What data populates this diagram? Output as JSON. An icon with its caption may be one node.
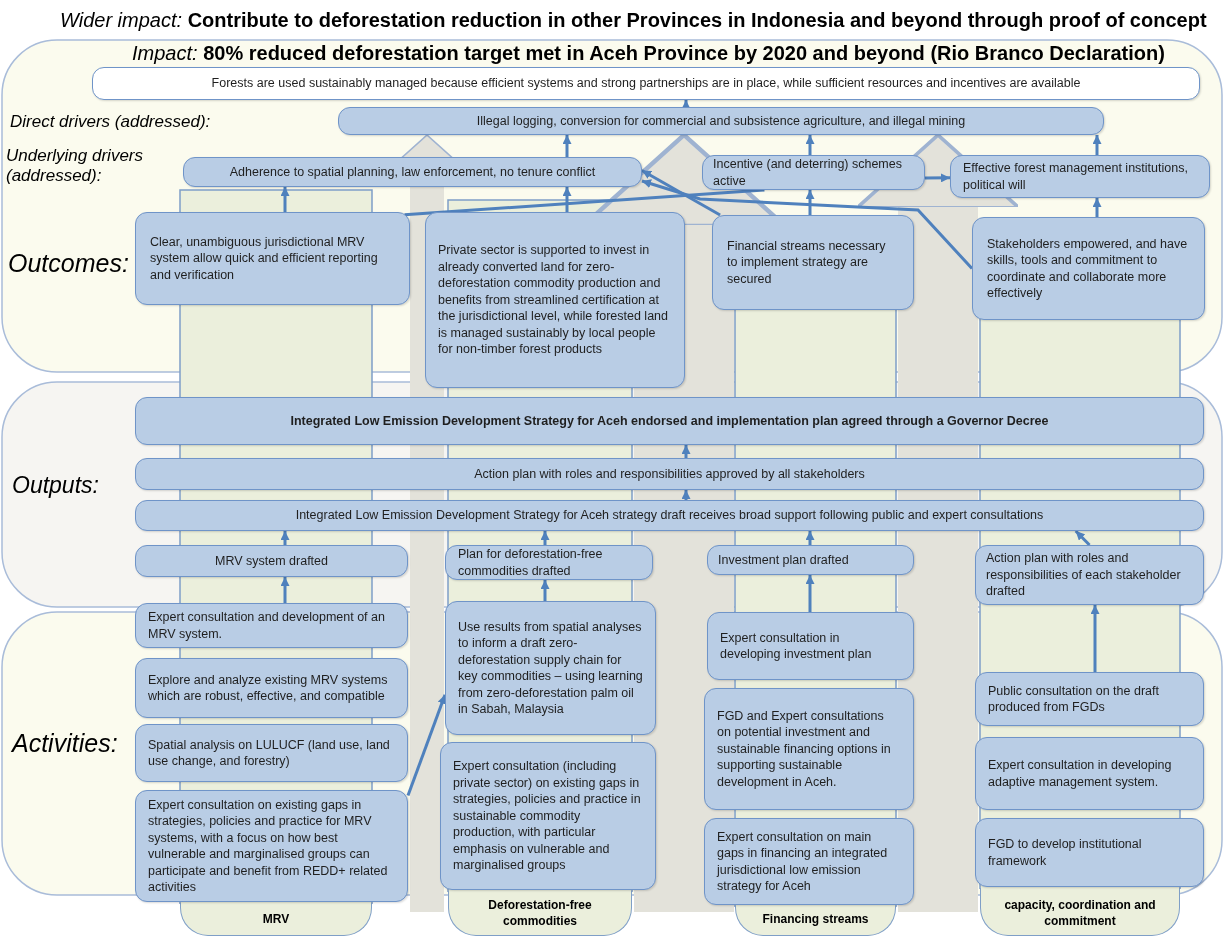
{
  "diagram": {
    "nodes": [
      {
        "text": [
          "Forests are used sustainably managed because efficient systems and strong partnerships are in place, while sufficient resources and incentives are available"
        ]
      },
      {
        "text": [
          "Illegal logging, conversion for commercial and subsistence agriculture, and illegal mining"
        ]
      },
      {
        "text": [
          "Adherence to spatial planning, law enforcement, no tenure conflict"
        ]
      },
      {
        "text": [
          "Incentive (and deterring) schemes active"
        ]
      },
      {
        "text": [
          "Effective forest management institutions, political will"
        ]
      },
      {
        "text": [
          "Clear, unambiguous jurisdictional MRV system allow quick and efficient reporting and verification"
        ]
      },
      {
        "text": [
          "Private sector is supported to invest in already converted land for zero-deforestation commodity production and benefits from streamlined certification at the jurisdictional level, while forested land is managed sustainably by local people for non-timber forest products"
        ]
      },
      {
        "text": [
          "Financial streams necessary to implement strategy are secured"
        ]
      },
      {
        "text": [
          "Stakeholders empowered, and have skills, tools and commitment to coordinate and collaborate more effectively"
        ]
      },
      {
        "text": [
          "Integrated Low Emission Development Strategy for Aceh endorsed and implementation plan agreed through a Governor Decree"
        ]
      },
      {
        "text": [
          "Action plan with roles and responsibilities approved by all stakeholders"
        ]
      },
      {
        "text": [
          "Integrated Low Emission Development Strategy for Aceh strategy draft receives broad support following public and expert consultations"
        ]
      },
      {
        "text": [
          "MRV system drafted"
        ]
      },
      {
        "text": [
          "Plan for deforestation-free commodities drafted"
        ]
      },
      {
        "text": [
          "Investment plan drafted"
        ]
      },
      {
        "text": [
          "Action plan with roles and responsibilities of each stakeholder drafted"
        ]
      },
      {
        "text": [
          "Expert consultation and development of an MRV system."
        ]
      },
      {
        "text": [
          "Explore and analyze existing MRV systems which are robust, effective, and compatible"
        ]
      },
      {
        "text": [
          "Spatial analysis on LULUCF (land use, land use change, and forestry)"
        ]
      },
      {
        "text": [
          "Expert consultation on existing gaps in strategies, policies and practice for MRV systems, with a focus on how best vulnerable and marginalised groups can participate and benefit from REDD+ related activities"
        ]
      },
      {
        "text": [
          "Use results from spatial analyses to inform a draft zero-deforestation supply chain for key commodities – using learning from zero-deforestation palm oil in Sabah, Malaysia"
        ]
      },
      {
        "text": [
          "Expert consultation (including private sector) on existing gaps in strategies, policies and practice in sustainable commodity production, with particular emphasis on vulnerable and marginalised groups"
        ]
      },
      {
        "text": [
          "Expert consultation in developing investment plan"
        ]
      },
      {
        "text": [
          "FGD and Expert consultations on potential investment and sustainable financing options in supporting sustainable development in Aceh."
        ]
      },
      {
        "text": [
          "Expert consultation on main gaps in financing an integrated jurisdictional low emission strategy for Aceh"
        ]
      },
      {
        "text": [
          "Public consultation on the draft produced from FGDs"
        ]
      },
      {
        "text": [
          "Expert consultation in developing adaptive management system."
        ]
      },
      {
        "text": [
          "FGD to develop institutional framework"
        ]
      },
      {
        "text": [
          "MRV"
        ]
      },
      {
        "text": [
          "Deforestation-free commodities"
        ]
      },
      {
        "text": [
          "Financing streams"
        ]
      },
      {
        "text": [
          "capacity, coordination and commitment"
        ]
      }
    ],
    "edges": [
      {
        "from": 1,
        "to": 0,
        "arrow": "to"
      },
      {
        "from": 2,
        "to": 1,
        "arrow": "to"
      },
      {
        "from": 3,
        "to": 1,
        "arrow": "to"
      },
      {
        "from": 4,
        "to": 1,
        "arrow": "to"
      },
      {
        "from": 3,
        "to": 4,
        "arrow": "to"
      },
      {
        "from": 5,
        "to": 2,
        "arrow": "to"
      },
      {
        "from": 6,
        "to": 2,
        "arrow": "to"
      },
      {
        "from": 7,
        "to": 3,
        "arrow": "to"
      },
      {
        "from": 8,
        "to": 4,
        "arrow": "to"
      },
      {
        "from": 7,
        "to": 2,
        "arrow": "to"
      },
      {
        "from": 8,
        "to": 2,
        "arrow": "to"
      },
      {
        "from": 5,
        "to": 3,
        "arrow": "none"
      },
      {
        "from": 10,
        "to": 9,
        "arrow": "to"
      },
      {
        "from": 11,
        "to": 10,
        "arrow": "to"
      },
      {
        "from": 12,
        "to": 11,
        "arrow": "to"
      },
      {
        "from": 13,
        "to": 11,
        "arrow": "to"
      },
      {
        "from": 14,
        "to": 11,
        "arrow": "to"
      },
      {
        "from": 15,
        "to": 11,
        "arrow": "to"
      },
      {
        "from": 16,
        "to": 12,
        "arrow": "to"
      },
      {
        "from": 20,
        "to": 13,
        "arrow": "to"
      },
      {
        "from": 22,
        "to": 14,
        "arrow": "to"
      },
      {
        "from": 25,
        "to": 15,
        "arrow": "to"
      },
      {
        "from": 19,
        "to": 20,
        "arrow": "to"
      },
      {
        "from": null,
        "to": 1,
        "arrow": "to",
        "style": "thick",
        "color": "#e3e2da"
      },
      {
        "from": null,
        "to": 1,
        "arrow": "to",
        "style": "thick",
        "color": "#e3e2da"
      },
      {
        "from": null,
        "to": 1,
        "arrow": "to",
        "style": "thick",
        "color": "#e3e2da"
      }
    ],
    "labels": [
      "*Wider impact:* **Contribute to deforestation reduction in other Provinces in Indonesia and beyond through proof of concept**",
      "*Impact:* **80% reduced deforestation target met in Aceh Province by 2020 and beyond (Rio Branco Declaration)**",
      "Direct drivers (addressed):",
      "Underlying drivers (addressed):",
      "Outcomes:",
      "Outputs:",
      "Activities:"
    ]
  }
}
